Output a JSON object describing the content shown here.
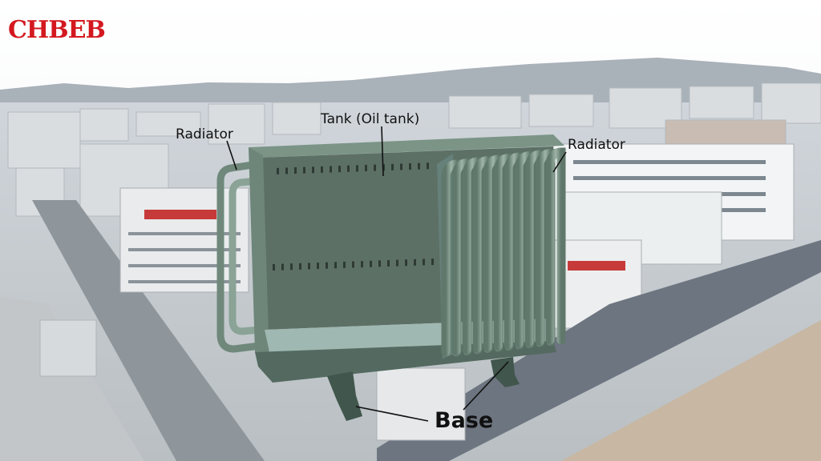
{
  "brand": {
    "logo_text": "CHBEB",
    "color": "#d4181f"
  },
  "labels": {
    "radiator_left": "Radiator",
    "tank": "Tank (Oil tank)",
    "radiator_right": "Radiator",
    "base": "Base"
  },
  "colors": {
    "tank": "#5f7268",
    "radiator": "#7f978a",
    "sky": "#ffffff"
  }
}
